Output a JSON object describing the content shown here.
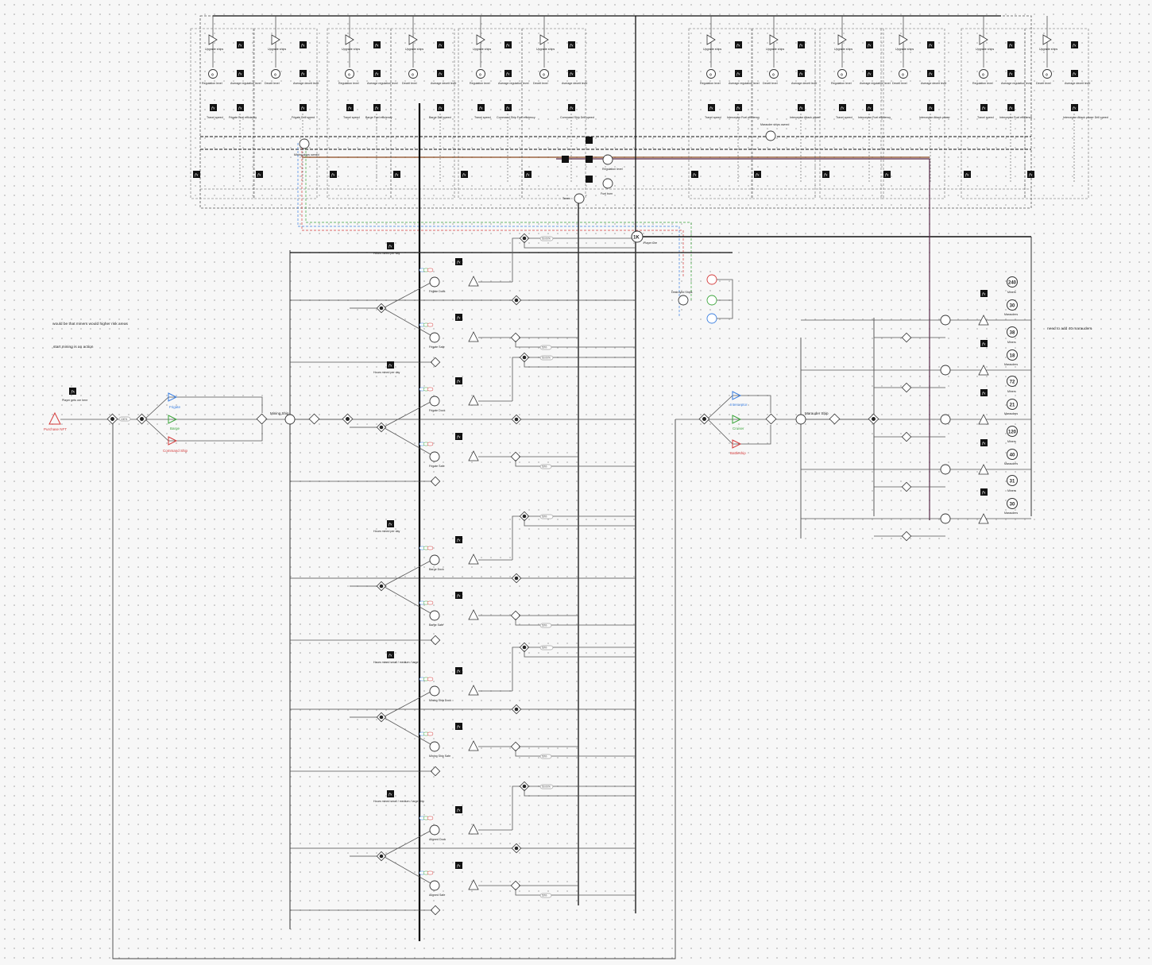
{
  "notes": {
    "left_1": "would be that miners would higher risk areas",
    "left_2": "start mining is an action",
    "right_1": "need to add 40 marauders"
  },
  "entry": {
    "source": "Purchase NFT",
    "player_gets_label": "Player gets ore here",
    "mining_ships_pool": "Mining Ship",
    "ship_types": [
      {
        "name": "Frigate",
        "color": "#3b7fe0"
      },
      {
        "name": "Barge",
        "color": "#3aa53a"
      },
      {
        "name": "Command Ship",
        "color": "#d43b3b"
      }
    ],
    "split_pct": "100%"
  },
  "top_modules_left": [
    {
      "upgrade": "Upgrade ships",
      "level": "Regulation level",
      "avg": "Average regulation level",
      "travel": "Travel speed",
      "stat": "Frigate Fuel efficiency",
      "counter": "0"
    },
    {
      "upgrade": "Upgrade ships",
      "level": "Deceit level",
      "avg": "Average deceit level",
      "travel": "",
      "stat": "Frigate Drill speed",
      "counter": "0"
    },
    {
      "upgrade": "Upgrade ships",
      "level": "Regulation level",
      "avg": "Average regulation level",
      "travel": "Travel speed",
      "stat": "Barge Fuel efficiency",
      "counter": "0"
    },
    {
      "upgrade": "Upgrade ships",
      "level": "Deceit level",
      "avg": "Average deceit level",
      "travel": "",
      "stat": "Barge Drill speed",
      "counter": "0"
    },
    {
      "upgrade": "Upgrade ships",
      "level": "Regulation level",
      "avg": "Average regulation level",
      "travel": "Travel speed",
      "stat": "Command Ship Fuel efficiency",
      "counter": "0"
    },
    {
      "upgrade": "Upgrade ships",
      "level": "Deceit level",
      "avg": "Average deceit level",
      "travel": "",
      "stat": "Command Ship Drill speed",
      "counter": "0"
    }
  ],
  "top_modules_right": [
    {
      "upgrade": "Upgrade ships",
      "level": "Regulation level",
      "avg": "Average regulation level",
      "travel": "Travel speed",
      "stat": "Interceptor Fuel efficiency",
      "counter": "0"
    },
    {
      "upgrade": "Upgrade ships",
      "level": "Deceit level",
      "avg": "Average deceit level",
      "travel": "",
      "stat": "Interceptor Attack power",
      "counter": "0"
    },
    {
      "upgrade": "Upgrade ships",
      "level": "Regulation level",
      "avg": "Average regulation level",
      "travel": "Travel speed",
      "stat": "Interceptor Fuel efficiency",
      "counter": "0"
    },
    {
      "upgrade": "Upgrade ships",
      "level": "Deceit level",
      "avg": "Average deceit level",
      "travel": "",
      "stat": "Interceptor Attack power",
      "counter": "0"
    },
    {
      "upgrade": "Upgrade ships",
      "level": "Regulation level",
      "avg": "Average regulation level",
      "travel": "Travel speed",
      "stat": "Interceptor Fuel efficiency",
      "counter": "0"
    },
    {
      "upgrade": "Upgrade ships",
      "level": "Deceit level",
      "avg": "Average deceit level",
      "travel": "",
      "stat": "Interceptor Attack power Drill speed",
      "counter": "0"
    }
  ],
  "hub": {
    "mining_ships_owned": "Mining ships owned",
    "marauder_ships_owned": "Marauder ships owned",
    "taxes": "Taxes",
    "fuel_burn": "Fuel burn",
    "regulation_level": "Regulation level",
    "player_ore_value": "1K",
    "player_ore": "Player Ore",
    "destroyed_ships": "Destroyed Ships"
  },
  "mining_sections": [
    {
      "hours_label": "Hours mined per day",
      "dock": "Frigate Dock",
      "safe": "Frigate Safe",
      "pct_a": "50.00%",
      "pct_b": "50%"
    },
    {
      "hours_label": "Hours mined per day",
      "dock": "Frigate Dock",
      "safe": "Frigate Safe",
      "pct_a": "50.00%",
      "pct_b": "50%"
    },
    {
      "hours_label": "Hours mined per day",
      "dock": "Barge Dock",
      "safe": "Barge Safe",
      "pct_a": "50%",
      "pct_b": "50%"
    },
    {
      "hours_label": "Hours mined small / medium / large",
      "dock": "Mining Ship Dock",
      "safe": "Mining Ship Safe",
      "pct_a": "50%",
      "pct_b": "50%"
    },
    {
      "hours_label": "Hours mined small / medium / large ship",
      "dock": "Aligned Dock",
      "safe": "Aligned Safe",
      "pct_a": "50.00%",
      "pct_b": "50%"
    }
  ],
  "marauder": {
    "pool": "Marauder Ship",
    "ship_types": [
      {
        "name": "Interceptor",
        "color": "#3b7fe0"
      },
      {
        "name": "Cruiser",
        "color": "#3aa53a"
      },
      {
        "name": "Battleship",
        "color": "#d43b3b"
      }
    ],
    "rows": [
      {
        "miners": "240",
        "marauders": "30"
      },
      {
        "miners": "38",
        "marauders": "18"
      },
      {
        "miners": "72",
        "marauders": "21"
      },
      {
        "miners": "120",
        "marauders": "40"
      },
      {
        "miners": "31",
        "marauders": "30"
      }
    ],
    "miners_label": "Miners",
    "marauders_label": "Marauders"
  },
  "colors": {
    "blue": "#3b7fe0",
    "green": "#3aa53a",
    "red": "#d43b3b",
    "brown": "#8a4a1e",
    "node_black": "#111111",
    "line": "#555555"
  }
}
